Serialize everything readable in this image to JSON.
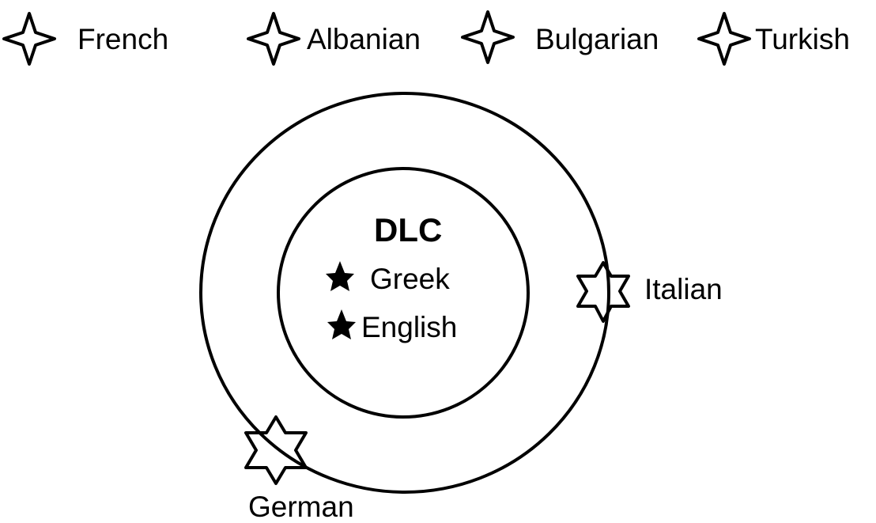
{
  "legend": {
    "items": [
      {
        "label": "French",
        "icon": "four-point-star-outline-icon"
      },
      {
        "label": "Albanian",
        "icon": "four-point-star-outline-icon"
      },
      {
        "label": "Bulgarian",
        "icon": "four-point-star-outline-icon"
      },
      {
        "label": "Turkish",
        "icon": "four-point-star-outline-icon"
      }
    ]
  },
  "inner_circle": {
    "title": "DLC",
    "items": [
      {
        "label": "Greek",
        "icon": "filled-star-icon"
      },
      {
        "label": "English",
        "icon": "filled-star-icon"
      }
    ]
  },
  "outer_circle": {
    "items": [
      {
        "label": "Italian",
        "icon": "six-point-star-outline-icon"
      },
      {
        "label": "German",
        "icon": "six-point-star-outline-icon"
      }
    ]
  },
  "colors": {
    "line": "#000000",
    "background": "#ffffff",
    "filled_star": "#000000"
  }
}
